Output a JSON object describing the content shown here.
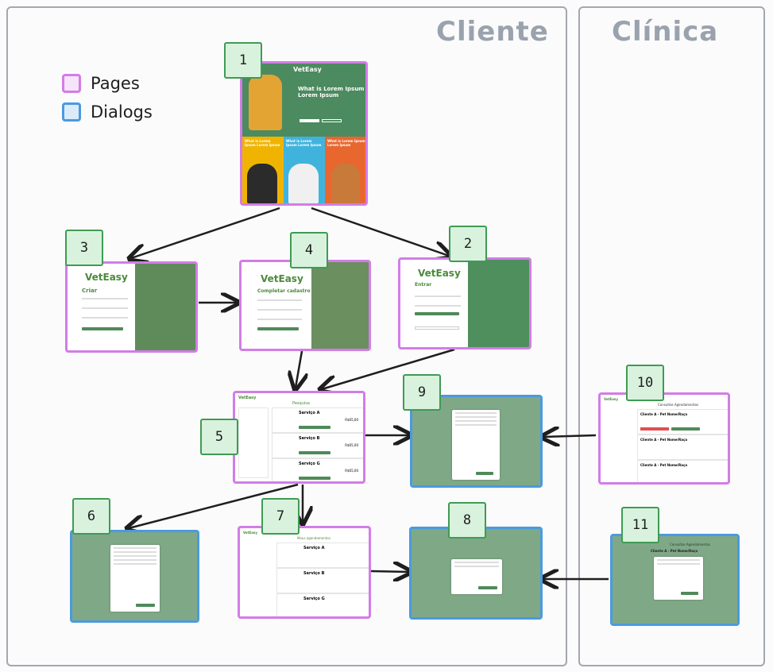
{
  "panels": {
    "cliente": "Cliente",
    "clinica": "Clínica"
  },
  "legend": [
    {
      "label": "Pages",
      "color": "#d27de6"
    },
    {
      "label": "Dialogs",
      "color": "#4a9adf"
    }
  ],
  "badges": [
    "1",
    "2",
    "3",
    "4",
    "5",
    "6",
    "7",
    "8",
    "9",
    "10",
    "11"
  ],
  "screens": {
    "s1": {
      "brand": "VetEasy",
      "headline": "What is Lorem Ipsum Lorem Ipsum",
      "tile": "What is Lorem Ipsum Lorem Ipsum"
    },
    "s2": {
      "brand": "VetEasy",
      "title": "Entrar"
    },
    "s3": {
      "brand": "VetEasy",
      "title": "Criar"
    },
    "s4": {
      "brand": "VetEasy",
      "title": "Completar cadastro"
    },
    "s5": {
      "brand": "VetEasy",
      "title": "Pesquisa",
      "services": [
        "Serviço A",
        "Serviço B",
        "Serviço G"
      ],
      "price": "R$65,00"
    },
    "s7": {
      "brand": "VetEasy",
      "title": "Meus agendamentos",
      "services": [
        "Serviço A",
        "Serviço B",
        "Serviço G"
      ]
    },
    "s10": {
      "brand": "VetEasy",
      "title": "Consultas Agendamentos",
      "items": [
        "Cliente A - Pet Nome/Raça",
        "Cliente A - Pet Nome/Raça",
        "Cliente A - Pet Nome/Raça"
      ]
    },
    "s11": {
      "title": "Consultas Agendamentos",
      "item": "Cliente A - Pet Nome/Raça"
    }
  }
}
